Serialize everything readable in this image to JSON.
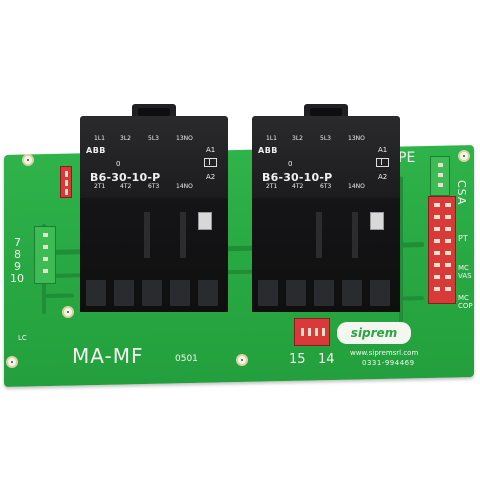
{
  "contactors": [
    {
      "brand": "ABB",
      "model": "B6-30-10-P",
      "top_terminals": [
        "1L1",
        "3L2",
        "5L3",
        "13NO"
      ],
      "bottom_terminals": [
        "2T1",
        "4T2",
        "6T3",
        "14NO"
      ],
      "zero": "0",
      "coil_a1": "A1",
      "coil_a2": "A2"
    },
    {
      "brand": "ABB",
      "model": "B6-30-10-P",
      "top_terminals": [
        "1L1",
        "3L2",
        "5L3",
        "13NO"
      ],
      "bottom_terminals": [
        "2T1",
        "4T2",
        "6T3",
        "14NO"
      ],
      "zero": "0",
      "coil_a1": "A1",
      "coil_a2": "A2"
    }
  ],
  "board": {
    "model": "MA-MF",
    "code": "0501",
    "lc": "LC",
    "pe": "PE",
    "left_pins": [
      "7",
      "8",
      "9",
      "10"
    ],
    "center_pins": [
      "15",
      "14"
    ],
    "right_labels": [
      "CSA",
      "PT",
      "MC VAS",
      "MC COP"
    ],
    "logo": "siprem",
    "website": "www.sipremsrl.com",
    "phone": "0331-994469"
  },
  "colors": {
    "pcb": "#28a843",
    "contactor": "#1c1c1e",
    "connector_red": "#d83a3a",
    "connector_green": "#3dbb55"
  }
}
